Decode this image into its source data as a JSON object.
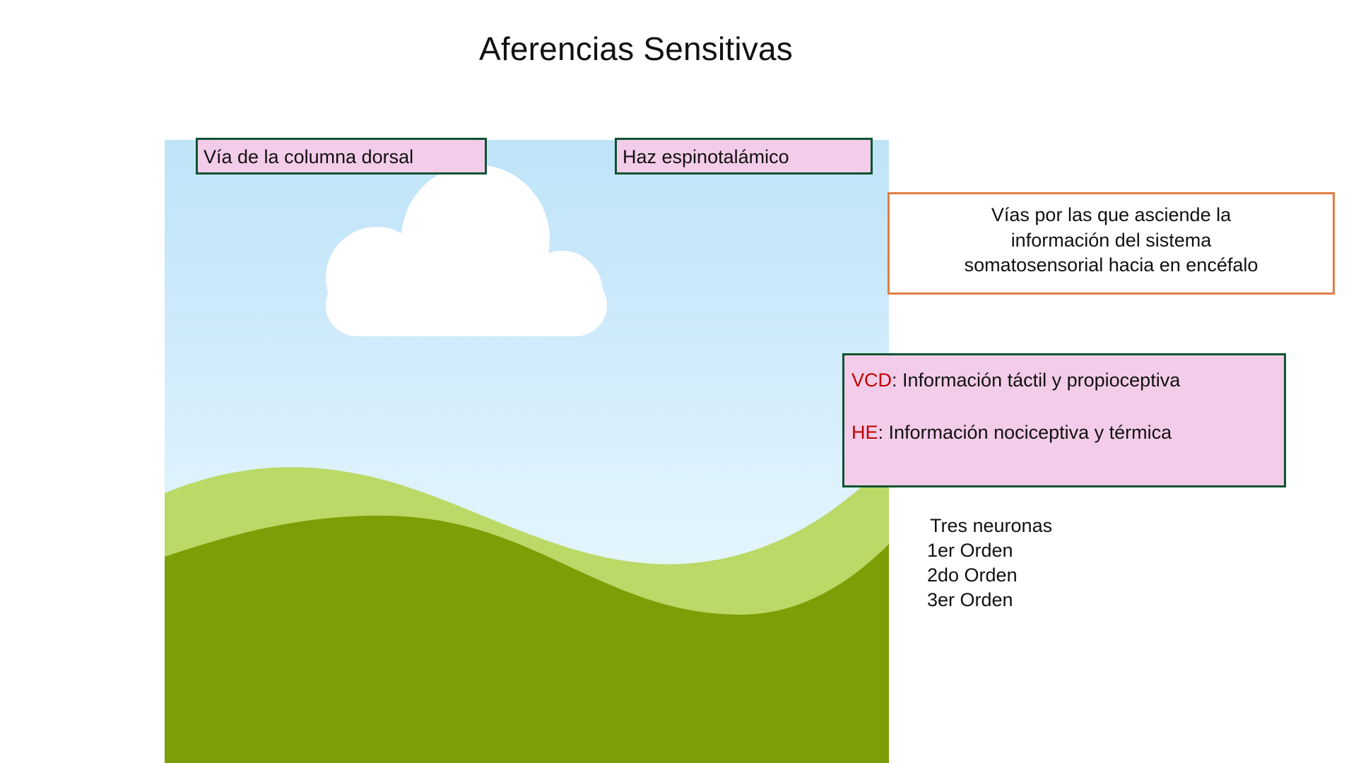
{
  "slide": {
    "title": "Aferencias Sensitivas"
  },
  "labels": {
    "dorsal_column": "Vía de la columna dorsal",
    "spinothalamic": "Haz espinotalámico"
  },
  "description": {
    "line1": "Vías por las que asciende la",
    "line2": "información del sistema",
    "line3": "somatosensorial hacia en encéfalo"
  },
  "legend": {
    "items": [
      {
        "abbr": "VCD",
        "text": ": Información táctil y propioceptiva"
      },
      {
        "abbr": "HE",
        "text": ": Información nociceptiva y térmica"
      }
    ]
  },
  "neurons": {
    "heading": "Tres neuronas",
    "items": [
      "1er Orden",
      "2do Orden",
      "3er Orden"
    ]
  },
  "illustration": {
    "name": "landscape-sky-hills-cloud",
    "sky_top_color": "#bfe4f8",
    "sky_bottom_color": "#ecfaff",
    "cloud_color": "#ffffff",
    "hill_light_color": "#bad966",
    "hill_dark_color": "#7d9e06"
  },
  "colors": {
    "pink_fill": "#f3cce9",
    "green_border": "#0d5330",
    "orange_border": "#df7e43",
    "accent_red": "#c00000",
    "text": "#111111"
  }
}
